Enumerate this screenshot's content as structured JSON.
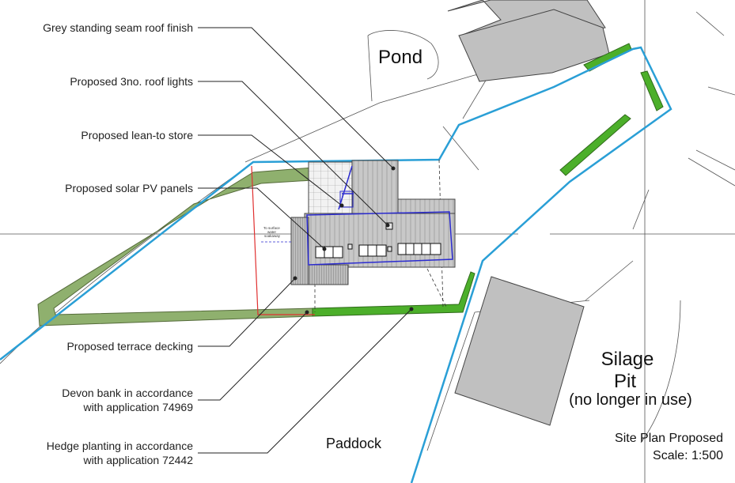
{
  "colors": {
    "boundary_blue": "#2a9fd6",
    "bank_green": "#8fb06e",
    "hedge_green": "#4caf2a",
    "building_grey": "#c0c0c0",
    "red_line": "#e03030",
    "proposal_blue": "#2b2bd0"
  },
  "labels": {
    "roof_finish": "Grey standing seam roof finish",
    "roof_lights": "Proposed 3no. roof lights",
    "lean_to_store": "Proposed lean-to store",
    "solar_pv": "Proposed solar PV panels",
    "terrace_decking": "Proposed terrace decking",
    "devon_bank_line1": "Devon bank in accordance",
    "devon_bank_line2": "with application 74969",
    "hedge_line1": "Hedge planting in accordance",
    "hedge_line2": "with application 72442"
  },
  "places": {
    "pond": "Pond",
    "silage_line1": "Silage",
    "silage_line2": "Pit",
    "silage_line3": "(no longer in use)",
    "paddock": "Paddock"
  },
  "title": {
    "line1": "Site Plan Proposed",
    "line2": "Scale: 1:500"
  },
  "annotation": {
    "line1": "To surface",
    "line2": "water",
    "line3": "soakaway"
  }
}
